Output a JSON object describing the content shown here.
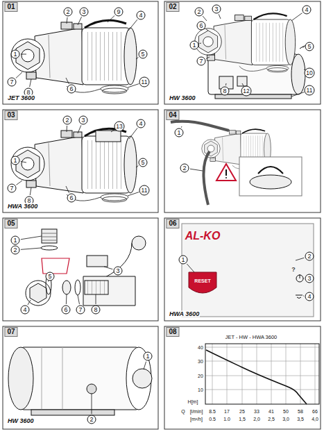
{
  "diagram": {
    "labels": [
      "01",
      "1",
      "2",
      "3",
      "4",
      "5",
      "6",
      "7",
      "8",
      "9",
      "11",
      "JET 3600",
      "02",
      "1",
      "2",
      "3",
      "4",
      "5",
      "6",
      "7",
      "8",
      "10",
      "11",
      "12",
      "HW 3600",
      "03",
      "1",
      "2",
      "3",
      "4",
      "5",
      "6",
      "7",
      "8",
      "11",
      "13",
      "HWA 3600",
      "04",
      "1",
      "2",
      "05",
      "1",
      "2",
      "3",
      "4",
      "5",
      "6",
      "7",
      "8",
      "06",
      "AL-KO",
      "RESET",
      "1",
      "2",
      "?",
      "3",
      "4",
      "HWA 3600",
      "07",
      "1",
      "2",
      "HW 3600",
      "08",
      "JET - HW - HWA 3600",
      "40",
      "30",
      "20",
      "10",
      "H[m]",
      "Q",
      "[l/min]",
      "8.5",
      "17",
      "25",
      "33",
      "41",
      "50",
      "58",
      "66",
      "[m³/h]",
      "0.5",
      "1.0",
      "1,5",
      "2,0",
      "2,5",
      "3,0",
      "3,5",
      "4,0"
    ]
  }
}
